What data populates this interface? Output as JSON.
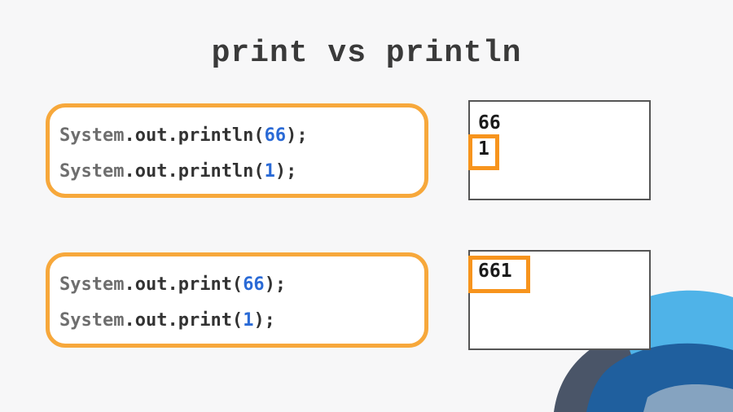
{
  "title": "print vs println",
  "examples": [
    {
      "lines": [
        {
          "cls": "System",
          "mid": ".out.println(",
          "num": "66",
          "end": ");"
        },
        {
          "cls": "System",
          "mid": ".out.println(",
          "num": "1",
          "end": ");"
        }
      ],
      "output": [
        "66",
        "1"
      ],
      "highlighted_output": "1"
    },
    {
      "lines": [
        {
          "cls": "System",
          "mid": ".out.print(",
          "num": "66",
          "end": ");"
        },
        {
          "cls": "System",
          "mid": ".out.print(",
          "num": "1",
          "end": ");"
        }
      ],
      "output": [
        "661"
      ],
      "highlighted_output": "661"
    }
  ],
  "colors": {
    "accent_orange": "#f7a83b",
    "number_blue": "#2a6ad6",
    "class_gray": "#6e6e6e",
    "deco_light_blue": "#4fb3e8",
    "deco_dark_blue": "#1f5f9e",
    "deco_slate": "#4a5568"
  }
}
